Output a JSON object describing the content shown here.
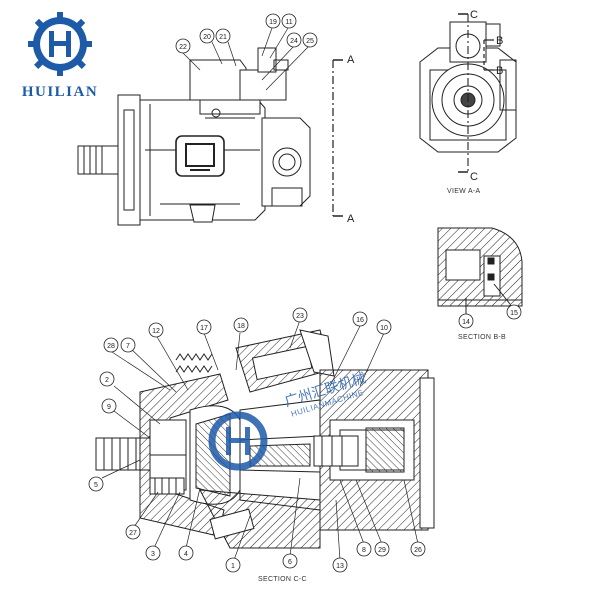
{
  "brand": {
    "name": "HUILIAN",
    "color": "#1d5aa8"
  },
  "watermark": {
    "text": "广州汇联机械",
    "sub": "HUILIANMACHINE"
  },
  "views": {
    "view_aa": "VIEW A-A",
    "section_bb": "SECTION B-B",
    "section_cc": "SECTION C-C"
  },
  "section_marks": {
    "a_top": "A",
    "a_bottom": "A",
    "b_top": "B",
    "b_bottom": "B",
    "c_top": "C",
    "c_bottom": "C"
  },
  "callouts_top": [
    "19",
    "11",
    "20",
    "21",
    "22",
    "24",
    "25"
  ],
  "callouts_bb": [
    "14",
    "15"
  ],
  "callouts_cc": [
    "28",
    "7",
    "12",
    "17",
    "18",
    "23",
    "16",
    "10",
    "2",
    "9",
    "5",
    "27",
    "3",
    "4",
    "1",
    "6",
    "13",
    "8",
    "29",
    "26"
  ]
}
